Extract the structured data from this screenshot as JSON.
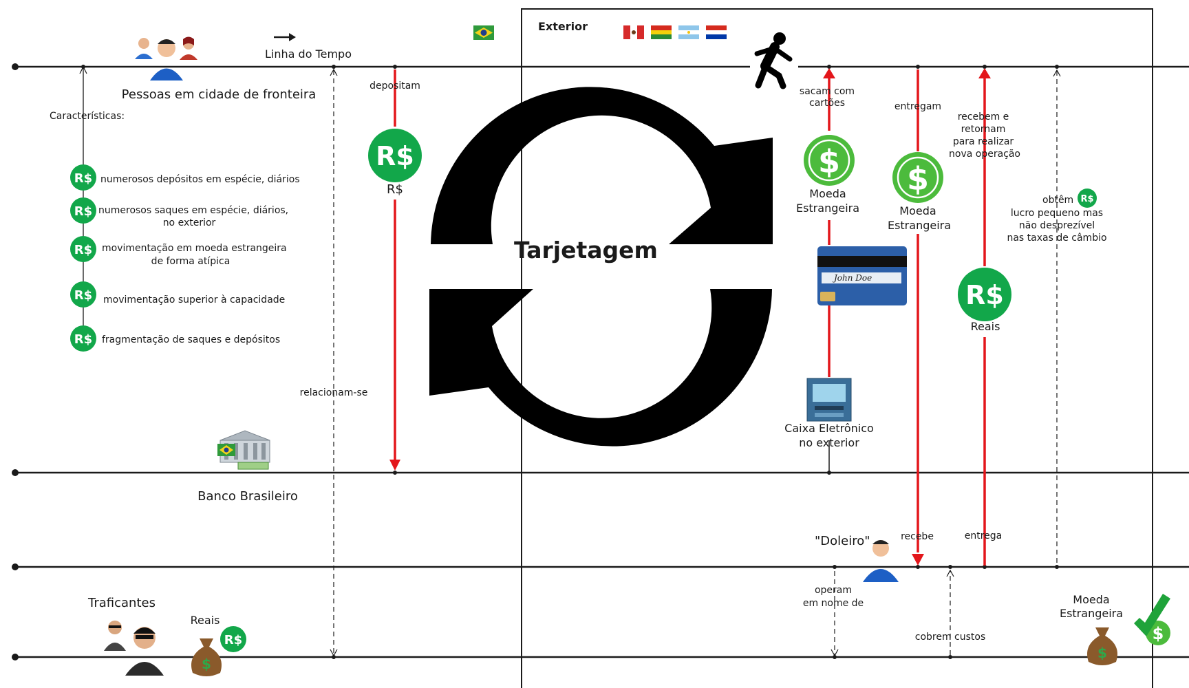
{
  "colors": {
    "line": "#1a1a1a",
    "arrow_red": "#e3161b",
    "coin_green": "#12a74a",
    "dollar_green": "#4cbb3c",
    "check_green": "#1fa33a"
  },
  "header": {
    "timeline_label": "Linha do Tempo",
    "exterior_label": "Exterior"
  },
  "actors": {
    "people": "Pessoas em cidade de fronteira",
    "bank": "Banco Brasileiro",
    "doleiro": "\"Doleiro\"",
    "traffickers": "Traficantes"
  },
  "characteristics": {
    "heading": "Características:",
    "items": [
      {
        "line1": "numerosos depósitos em espécie, diários",
        "line2": ""
      },
      {
        "line1": "numerosos saques em espécie, diários,",
        "line2": "no exterior"
      },
      {
        "line1": "movimentação em moeda estrangeira",
        "line2": "de forma atípica"
      },
      {
        "line1": "movimentação superior à capacidade",
        "line2": ""
      },
      {
        "line1": "fragmentação de saques e depósitos",
        "line2": ""
      }
    ]
  },
  "center": {
    "title": "Tarjetagem"
  },
  "flows": {
    "depositam": "depositam",
    "rs_symbol": "R$",
    "relacionam": "relacionam-se",
    "sacam_1": "sacam com",
    "sacam_2": "cartões",
    "moeda_1": "Moeda",
    "moeda_2": "Estrangeira",
    "entregam": "entregam",
    "recebem_1": "recebem e",
    "recebem_2": "retornam",
    "recebem_3": "para  realizar",
    "recebem_4": "nova operação",
    "reais": "Reais",
    "obtem_1": "obtêm",
    "obtem_2": "lucro pequeno mas",
    "obtem_3": "não desprezível",
    "obtem_4": "nas taxas de câmbio",
    "atm_1": "Caixa Eletrônico",
    "atm_2": "no exterior",
    "card_name": "John Doe",
    "recebe": "recebe",
    "entrega": "entrega",
    "operam_1": "operam",
    "operam_2": "em nome de",
    "cobrem": "cobrem custos",
    "traf_reais": "Reais",
    "final_moeda_1": "Moeda",
    "final_moeda_2": "Estrangeira"
  },
  "icons": {
    "coin_rs": "R$",
    "coin_usd": "$",
    "runner": "running-person-icon",
    "people_group": "people-group-icon",
    "bank": "bank-building-icon",
    "atm": "atm-icon",
    "card": "credit-card-icon",
    "money_bag": "money-bag-icon",
    "checkmark": "checkmark-icon",
    "flags": [
      "brazil-flag-icon",
      "peru-flag-icon",
      "bolivia-flag-icon",
      "argentina-flag-icon",
      "paraguay-flag-icon"
    ]
  }
}
